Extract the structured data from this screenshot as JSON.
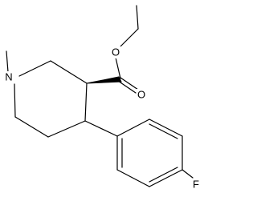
{
  "molecule": {
    "atom_labels": {
      "nitrogen": "N",
      "ether_oxygen": "O",
      "carbonyl_oxygen": "O",
      "fluorine": "F"
    },
    "stereo_bond": "wedge",
    "colors": {
      "bond": "#000000",
      "label": "#000000",
      "background": "#ffffff"
    }
  }
}
